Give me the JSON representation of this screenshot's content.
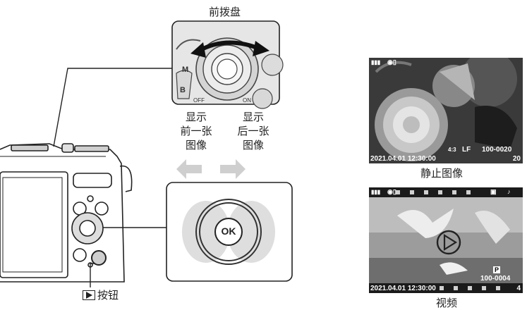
{
  "dial": {
    "label": "前拨盘"
  },
  "arrows": {
    "prev_line1": "显示",
    "prev_line2": "前一张",
    "prev_line3": "图像",
    "next_line1": "显示",
    "next_line2": "后一张",
    "next_line3": "图像"
  },
  "ok_button": {
    "label": "OK"
  },
  "play_button": {
    "label": "按钮",
    "icon": "play-icon"
  },
  "dial_markings": {
    "m": "M",
    "b": "B",
    "off": "OFF",
    "on": "ON"
  },
  "still_image": {
    "caption": "静止图像",
    "timestamp": "2021.04.01 12:30:00",
    "file_number": "100-0020",
    "frame_count": "20",
    "aspect": "4:3",
    "quality": "LF"
  },
  "video": {
    "caption": "视频",
    "timestamp": "2021.04.01 12:30:00",
    "file_number": "100-0004",
    "frame_count": "4",
    "mode": "P"
  }
}
